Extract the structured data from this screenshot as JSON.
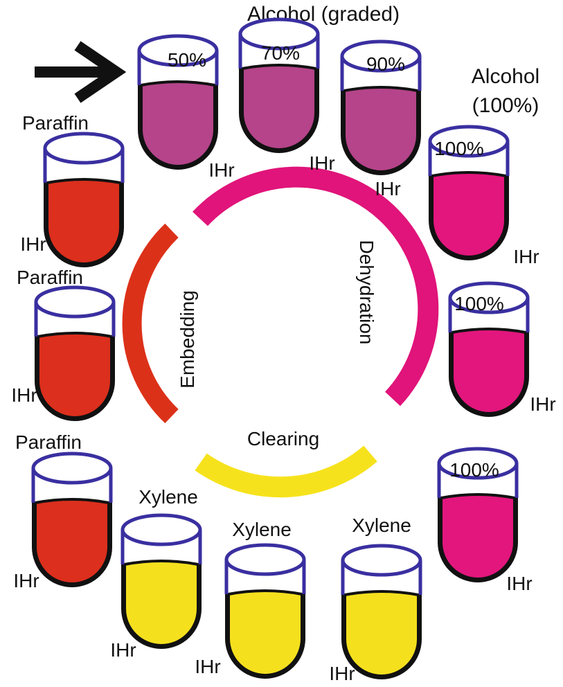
{
  "title": "Alcohol (graded)",
  "alcohol_label": [
    "Alcohol",
    "(100%)"
  ],
  "time_label": "IHr",
  "stages": {
    "dehydration": "Dehydration",
    "clearing": "Clearing",
    "embedding": "Embedding"
  },
  "colors": {
    "graded_alcohol": "#b5448a",
    "absolute_alcohol": "#e2167d",
    "xylene": "#f5e01e",
    "paraffin": "#dc2f1d",
    "tube_outline": "#3a2fa0",
    "arc_dehydration": "#e0147a",
    "arc_clearing": "#f6e21c",
    "arc_embedding": "#dc3119",
    "arrow": "#111111"
  },
  "icons": {
    "start": "arrow-right-icon"
  },
  "tubes": [
    {
      "name": "tube-alcohol-50",
      "label": "50%",
      "fluid": "graded_alcohol",
      "time": "IHr"
    },
    {
      "name": "tube-alcohol-70",
      "label": "70%",
      "fluid": "graded_alcohol",
      "time": "IHr"
    },
    {
      "name": "tube-alcohol-90",
      "label": "90%",
      "fluid": "graded_alcohol",
      "time": "IHr"
    },
    {
      "name": "tube-alcohol-100-a",
      "label": "100%",
      "fluid": "absolute_alcohol",
      "time": "IHr"
    },
    {
      "name": "tube-alcohol-100-b",
      "label": "100%",
      "fluid": "absolute_alcohol",
      "time": "IHr"
    },
    {
      "name": "tube-alcohol-100-c",
      "label": "100%",
      "fluid": "absolute_alcohol",
      "time": "IHr"
    },
    {
      "name": "tube-xylene-1",
      "label": "Xylene",
      "fluid": "xylene",
      "time": "IHr"
    },
    {
      "name": "tube-xylene-2",
      "label": "Xylene",
      "fluid": "xylene",
      "time": "IHr"
    },
    {
      "name": "tube-xylene-3",
      "label": "Xylene",
      "fluid": "xylene",
      "time": "IHr"
    },
    {
      "name": "tube-paraffin-1",
      "label": "Paraffin",
      "fluid": "paraffin",
      "time": "IHr"
    },
    {
      "name": "tube-paraffin-2",
      "label": "Paraffin",
      "fluid": "paraffin",
      "time": "IHr"
    },
    {
      "name": "tube-paraffin-3",
      "label": "Paraffin",
      "fluid": "paraffin",
      "time": "IHr"
    }
  ]
}
